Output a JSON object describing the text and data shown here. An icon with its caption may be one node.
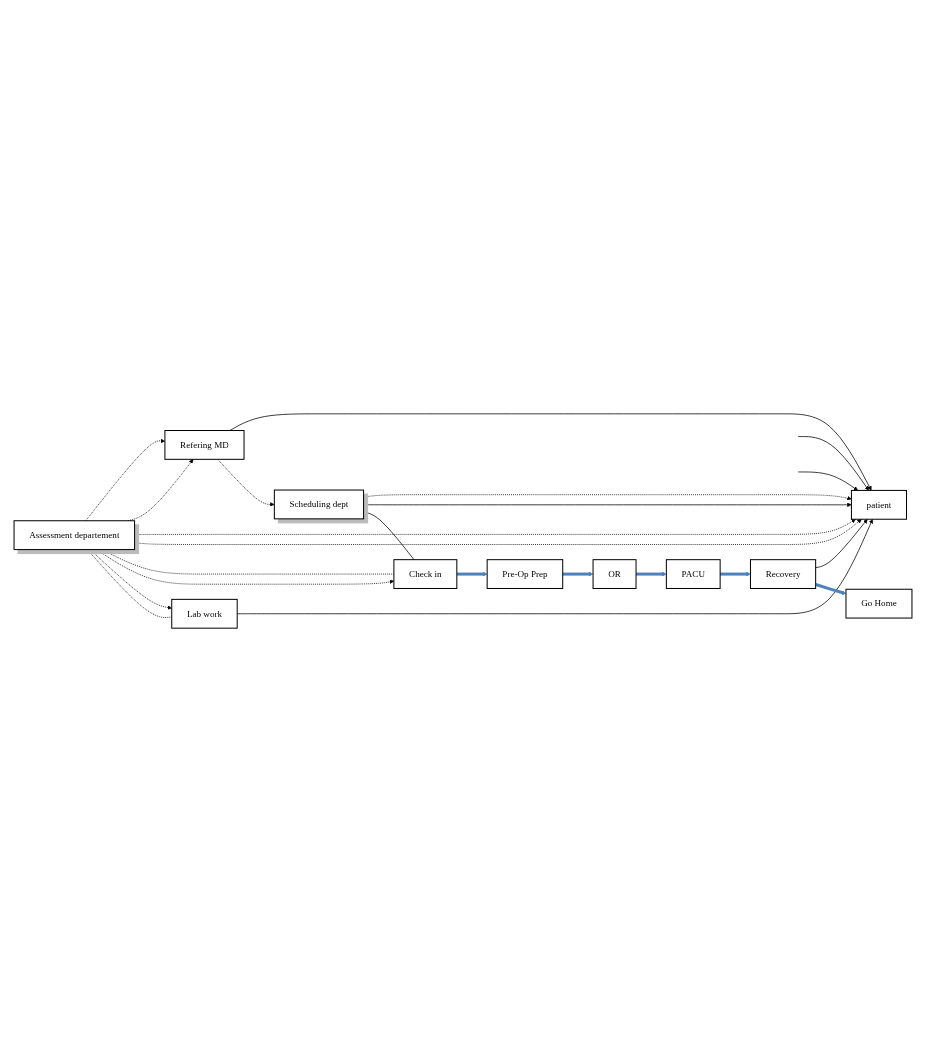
{
  "diagram": {
    "nodes": [
      {
        "text": [
          "Refering MD"
        ]
      },
      {
        "text": [
          "patient"
        ]
      },
      {
        "text": [
          "Scheduling dept"
        ]
      },
      {
        "text": [
          "Assessment departement"
        ]
      },
      {
        "text": [
          "Lab work"
        ]
      },
      {
        "text": [
          "Go Home"
        ]
      },
      {
        "text": [
          "Recovery"
        ]
      },
      {
        "text": [
          "PACU"
        ]
      },
      {
        "text": [
          "OR"
        ]
      },
      {
        "text": [
          "Pre-Op Prep"
        ]
      },
      {
        "text": [
          "Check in"
        ]
      }
    ],
    "edges": [
      {
        "from": 0,
        "to": 1,
        "arrow": "to"
      },
      {
        "from": 0,
        "to": 2,
        "arrow": "to",
        "style": "dashed"
      },
      {
        "from": 3,
        "to": 0,
        "arrow": "to",
        "style": "dashed"
      },
      {
        "from": 3,
        "to": 0,
        "arrow": "to",
        "style": "dashed"
      },
      {
        "from": 2,
        "to": 1,
        "arrow": "to",
        "style": "dashed"
      },
      {
        "from": 3,
        "to": 1,
        "arrow": "to",
        "style": "dashed"
      },
      {
        "from": 3,
        "to": 1,
        "arrow": "to",
        "style": "dashed"
      },
      {
        "from": 6,
        "to": 1,
        "arrow": "to"
      },
      {
        "from": 2,
        "to": 1,
        "arrow": "to"
      },
      {
        "from": 2,
        "to": 10,
        "arrow": "none"
      },
      {
        "from": 3,
        "to": 10,
        "arrow": "none",
        "style": "dashed"
      },
      {
        "from": 3,
        "to": 10,
        "arrow": "to",
        "style": "dashed"
      },
      {
        "from": 4,
        "to": 3,
        "arrow": "to",
        "style": "dashed"
      },
      {
        "from": 3,
        "to": 4,
        "arrow": "to",
        "style": "dashed"
      },
      {
        "from": 4,
        "to": 1,
        "arrow": "to"
      },
      {
        "from": null,
        "to": 1,
        "arrow": "to"
      },
      {
        "from": null,
        "to": 1,
        "arrow": "to"
      },
      {
        "from": 10,
        "to": 9,
        "arrow": "to",
        "style": "thick",
        "color": "#4f81bd"
      },
      {
        "from": 9,
        "to": 8,
        "arrow": "to",
        "style": "thick",
        "color": "#4f81bd"
      },
      {
        "from": 8,
        "to": 7,
        "arrow": "to",
        "style": "thick",
        "color": "#4f81bd"
      },
      {
        "from": 7,
        "to": 6,
        "arrow": "to",
        "style": "thick",
        "color": "#4f81bd"
      },
      {
        "from": 6,
        "to": 5,
        "arrow": "to",
        "style": "thick",
        "color": "#4f81bd"
      }
    ]
  }
}
